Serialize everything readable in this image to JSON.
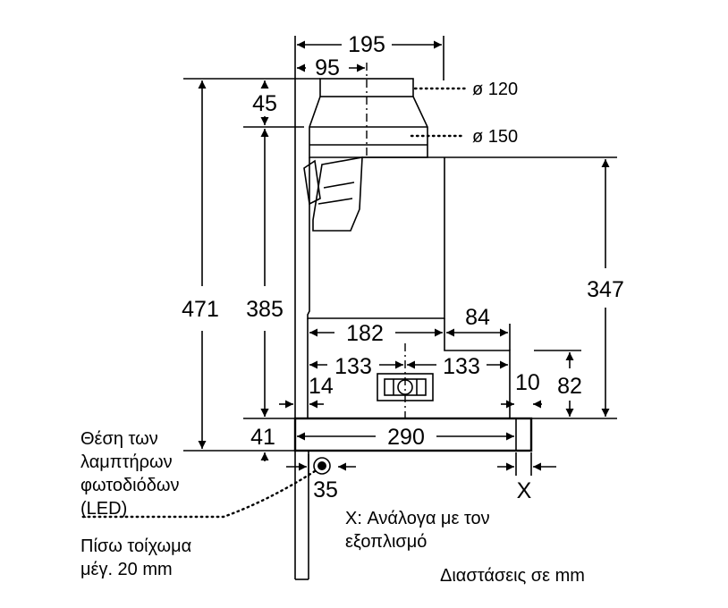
{
  "dimensions": {
    "d195": "195",
    "d95": "95",
    "d45": "45",
    "d471": "471",
    "d385": "385",
    "d347": "347",
    "d182": "182",
    "d84": "84",
    "d133_left": "133",
    "d133_right": "133",
    "d14": "14",
    "d10": "10",
    "d82": "82",
    "d41": "41",
    "d290": "290",
    "d35": "35",
    "dX": "X"
  },
  "duct": {
    "small": "ø 120",
    "large": "ø 150"
  },
  "labels": {
    "led_line1": "Θέση των",
    "led_line2": "λαμπτήρων",
    "led_line3": "φωτοδιόδων",
    "led_line4": "(LED)",
    "wall_line1": "Πίσω τοίχωμα",
    "wall_line2": "μέγ. 20 mm",
    "x_note_line1": "X: Ανάλογα με τον",
    "x_note_line2": "εξοπλισμό",
    "units": "Διαστάσεις σε mm"
  }
}
